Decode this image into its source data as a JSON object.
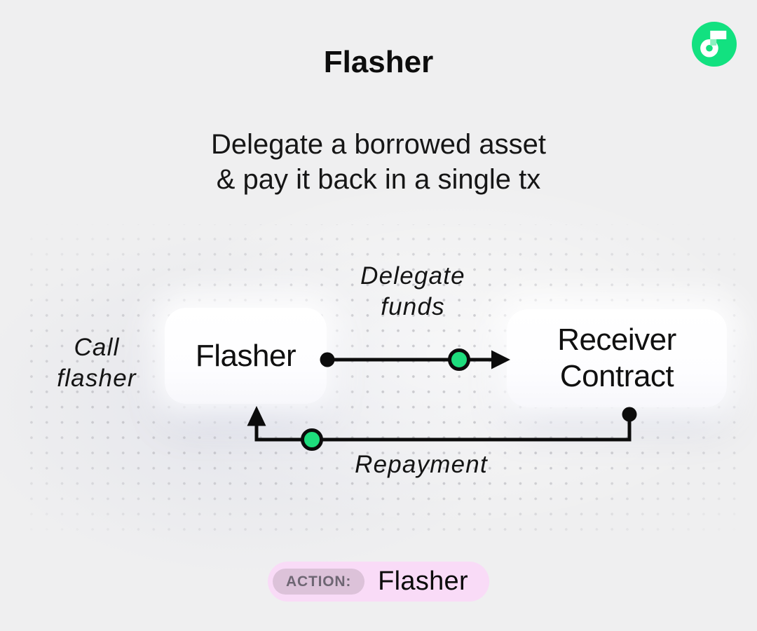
{
  "header": {
    "title": "Flasher",
    "subtitle_line1": "Delegate a borrowed asset",
    "subtitle_line2": "& pay it back in a single tx"
  },
  "logo": {
    "name": "furucombo-logo",
    "bg_color": "#12e180",
    "glyph_color": "#ffffff",
    "overlap_square_color": "#8df0c0"
  },
  "diagram": {
    "nodes": [
      {
        "id": "flasher",
        "label": "Flasher"
      },
      {
        "id": "receiver",
        "label": "Receiver Contract"
      }
    ],
    "edges": [
      {
        "from": "flasher",
        "to": "receiver",
        "label": "Delegate funds",
        "direction": "right"
      },
      {
        "from": "receiver",
        "to": "flasher",
        "label": "Repayment",
        "direction": "left"
      }
    ],
    "call_label": "Call flasher",
    "colors": {
      "line": "#0c0c0c",
      "marker_green": "#1edd7d",
      "node_bg": "#ffffff",
      "dot_grid": "#c3c3c8"
    }
  },
  "action_badge": {
    "label": "ACTION:",
    "value": "Flasher",
    "bg": "#f9dbf7",
    "label_bg": "#dcc2d9",
    "label_color": "#6e6673"
  }
}
